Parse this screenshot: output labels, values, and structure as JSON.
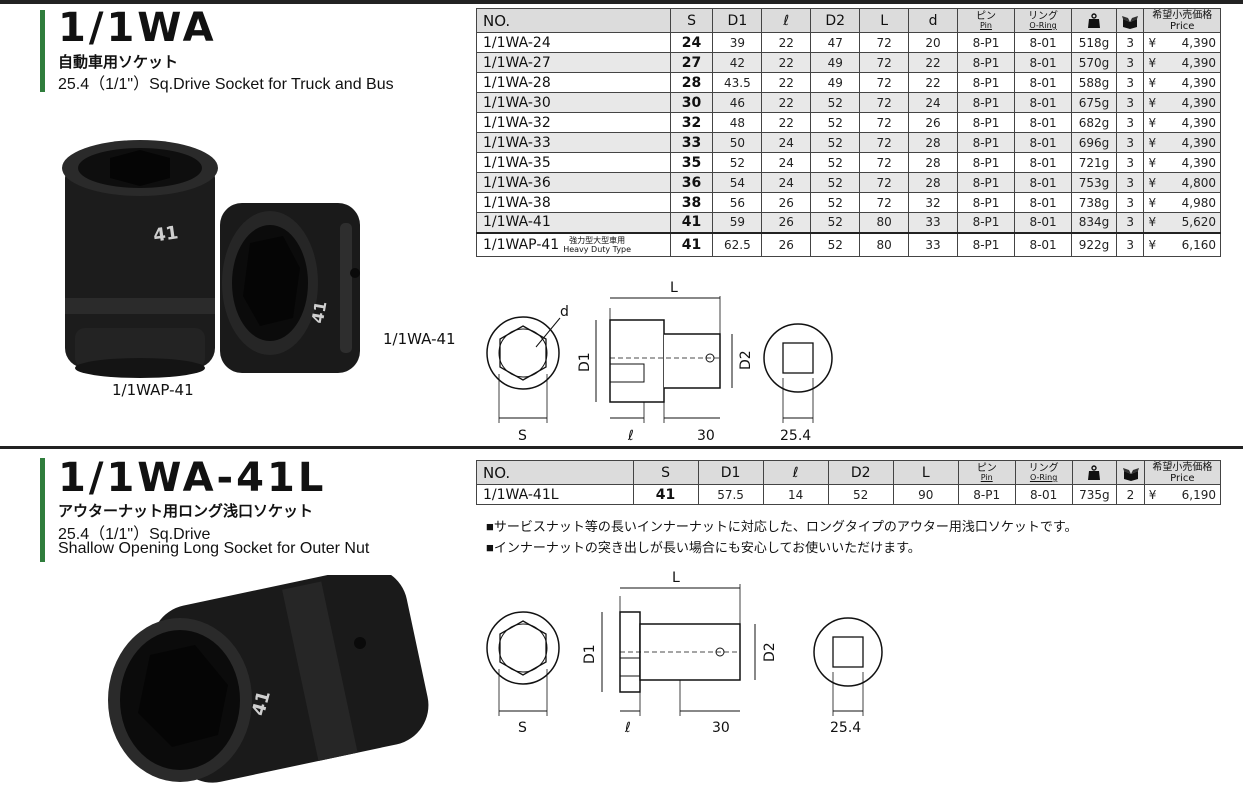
{
  "sec1": {
    "title": "1/1WA",
    "sub_jp": "自動車用ソケット",
    "sub_en": "25.4（1/1\"）Sq.Drive Socket for Truck and Bus",
    "photo_labels": {
      "right_socket": "1/1WA-41",
      "left_socket": "1/1WAP-41",
      "socket_engraving": "41"
    },
    "table": {
      "headers": {
        "no": "NO.",
        "s": "S",
        "d1": "D1",
        "l_small": "ℓ",
        "d2": "D2",
        "l": "L",
        "d": "d",
        "pin_jp": "ピン",
        "pin_en": "Pin",
        "oring_jp": "リング",
        "oring_en": "O-Ring",
        "weight_icon": "weight-icon",
        "box_icon": "box-icon",
        "price_jp": "希望小売価格",
        "price_en": "Price"
      },
      "rows": [
        {
          "no": "1/1WA-24",
          "s": "24",
          "d1": "39",
          "l_small": "22",
          "d2": "47",
          "l": "72",
          "d": "20",
          "pin": "8-P1",
          "oring": "8-01",
          "weight": "518g",
          "qty": "3",
          "yen": "¥",
          "price": "4,390"
        },
        {
          "no": "1/1WA-27",
          "s": "27",
          "d1": "42",
          "l_small": "22",
          "d2": "49",
          "l": "72",
          "d": "22",
          "pin": "8-P1",
          "oring": "8-01",
          "weight": "570g",
          "qty": "3",
          "yen": "¥",
          "price": "4,390"
        },
        {
          "no": "1/1WA-28",
          "s": "28",
          "d1": "43.5",
          "l_small": "22",
          "d2": "49",
          "l": "72",
          "d": "22",
          "pin": "8-P1",
          "oring": "8-01",
          "weight": "588g",
          "qty": "3",
          "yen": "¥",
          "price": "4,390"
        },
        {
          "no": "1/1WA-30",
          "s": "30",
          "d1": "46",
          "l_small": "22",
          "d2": "52",
          "l": "72",
          "d": "24",
          "pin": "8-P1",
          "oring": "8-01",
          "weight": "675g",
          "qty": "3",
          "yen": "¥",
          "price": "4,390"
        },
        {
          "no": "1/1WA-32",
          "s": "32",
          "d1": "48",
          "l_small": "22",
          "d2": "52",
          "l": "72",
          "d": "26",
          "pin": "8-P1",
          "oring": "8-01",
          "weight": "682g",
          "qty": "3",
          "yen": "¥",
          "price": "4,390"
        },
        {
          "no": "1/1WA-33",
          "s": "33",
          "d1": "50",
          "l_small": "24",
          "d2": "52",
          "l": "72",
          "d": "28",
          "pin": "8-P1",
          "oring": "8-01",
          "weight": "696g",
          "qty": "3",
          "yen": "¥",
          "price": "4,390"
        },
        {
          "no": "1/1WA-35",
          "s": "35",
          "d1": "52",
          "l_small": "24",
          "d2": "52",
          "l": "72",
          "d": "28",
          "pin": "8-P1",
          "oring": "8-01",
          "weight": "721g",
          "qty": "3",
          "yen": "¥",
          "price": "4,390"
        },
        {
          "no": "1/1WA-36",
          "s": "36",
          "d1": "54",
          "l_small": "24",
          "d2": "52",
          "l": "72",
          "d": "28",
          "pin": "8-P1",
          "oring": "8-01",
          "weight": "753g",
          "qty": "3",
          "yen": "¥",
          "price": "4,800"
        },
        {
          "no": "1/1WA-38",
          "s": "38",
          "d1": "56",
          "l_small": "26",
          "d2": "52",
          "l": "72",
          "d": "32",
          "pin": "8-P1",
          "oring": "8-01",
          "weight": "738g",
          "qty": "3",
          "yen": "¥",
          "price": "4,980"
        },
        {
          "no": "1/1WA-41",
          "s": "41",
          "d1": "59",
          "l_small": "26",
          "d2": "52",
          "l": "80",
          "d": "33",
          "pin": "8-P1",
          "oring": "8-01",
          "weight": "834g",
          "qty": "3",
          "yen": "¥",
          "price": "5,620"
        }
      ],
      "special": {
        "no": "1/1WAP-41",
        "note_jp": "強力型大型車用",
        "note_en": "Heavy Duty Type",
        "s": "41",
        "d1": "62.5",
        "l_small": "26",
        "d2": "52",
        "l": "80",
        "d": "33",
        "pin": "8-P1",
        "oring": "8-01",
        "weight": "922g",
        "qty": "3",
        "yen": "¥",
        "price": "6,160"
      }
    },
    "diagram": {
      "L": "L",
      "d": "d",
      "D1": "D1",
      "D2": "D2",
      "S": "S",
      "l_small": "ℓ",
      "v30": "30",
      "v254": "25.4"
    }
  },
  "sec2": {
    "title": "1/1WA-41L",
    "sub_jp": "アウターナット用ロング浅口ソケット",
    "sub_en1": "25.4（1/1\"）Sq.Drive",
    "sub_en2": "Shallow Opening Long Socket for Outer Nut",
    "photo_labels": {
      "socket_engraving": "41"
    },
    "table": {
      "headers": {
        "no": "NO.",
        "s": "S",
        "d1": "D1",
        "l_small": "ℓ",
        "d2": "D2",
        "l": "L",
        "pin_jp": "ピン",
        "pin_en": "Pin",
        "oring_jp": "リング",
        "oring_en": "O-Ring",
        "weight_icon": "weight-icon",
        "box_icon": "box-icon",
        "price_jp": "希望小売価格",
        "price_en": "Price"
      },
      "row": {
        "no": "1/1WA-41L",
        "s": "41",
        "d1": "57.5",
        "l_small": "14",
        "d2": "52",
        "l": "90",
        "pin": "8-P1",
        "oring": "8-01",
        "weight": "735g",
        "qty": "2",
        "yen": "¥",
        "price": "6,190"
      }
    },
    "notes": [
      "■サービスナット等の長いインナーナットに対応した、ロングタイプのアウター用浅口ソケットです。",
      "■インナーナットの突き出しが長い場合にも安心してお使いいただけます。"
    ],
    "diagram": {
      "L": "L",
      "D1": "D1",
      "D2": "D2",
      "S": "S",
      "l_small": "ℓ",
      "v30": "30",
      "v254": "25.4"
    }
  },
  "colors": {
    "accent_green": "#2f7d3c",
    "header_gray": "#dcdcdc",
    "socket_black": "#1c1c1c"
  }
}
